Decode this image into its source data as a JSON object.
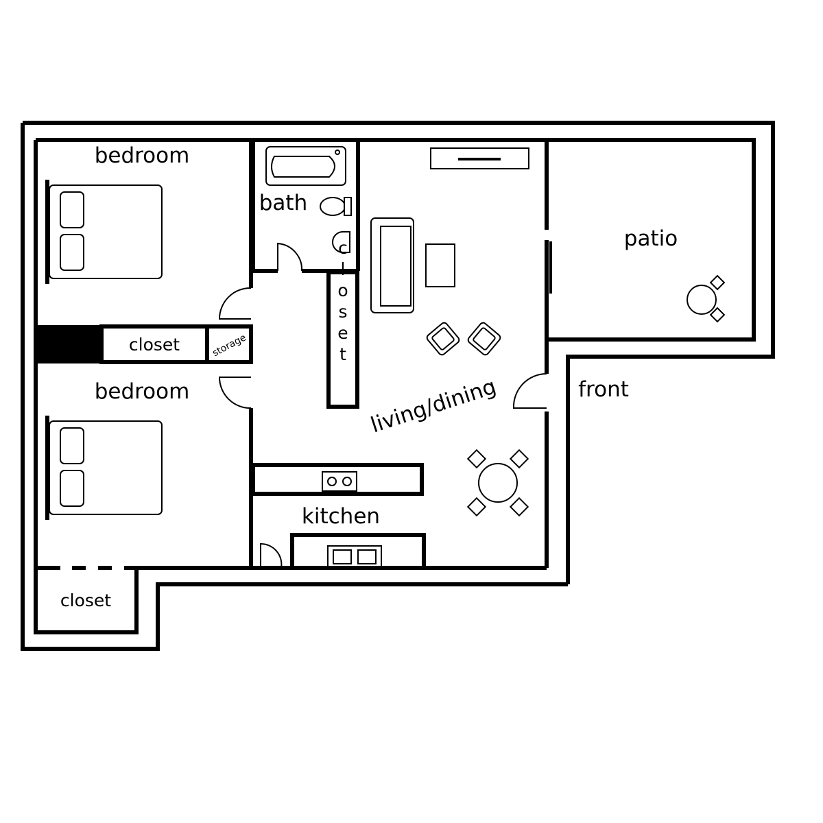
{
  "rooms": {
    "bedroom_top": "bedroom",
    "bedroom_bottom": "bedroom",
    "bath": "bath",
    "patio": "patio",
    "closet_mid": "closet",
    "storage": "storage",
    "closet_vertical": "closet",
    "front": "front",
    "living_dining": "living/dining",
    "kitchen": "kitchen",
    "closet_bottom": "closet"
  }
}
